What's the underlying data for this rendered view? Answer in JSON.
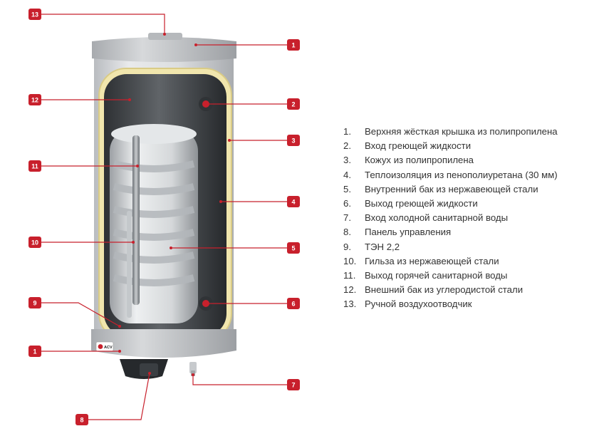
{
  "colors": {
    "callout": "#c8202c",
    "shell": "#dcdee0",
    "insulation": "#f1e6ad",
    "inner_tank": "#e8eaec",
    "text": "#333333"
  },
  "callouts": [
    {
      "id": "callout-13",
      "label": "13"
    },
    {
      "id": "callout-1-top",
      "label": "1"
    },
    {
      "id": "callout-2",
      "label": "2"
    },
    {
      "id": "callout-12",
      "label": "12"
    },
    {
      "id": "callout-3",
      "label": "3"
    },
    {
      "id": "callout-11",
      "label": "11"
    },
    {
      "id": "callout-4",
      "label": "4"
    },
    {
      "id": "callout-10",
      "label": "10"
    },
    {
      "id": "callout-5",
      "label": "5"
    },
    {
      "id": "callout-9",
      "label": "9"
    },
    {
      "id": "callout-6",
      "label": "6"
    },
    {
      "id": "callout-1-bottom",
      "label": "1"
    },
    {
      "id": "callout-7",
      "label": "7"
    },
    {
      "id": "callout-8",
      "label": "8"
    }
  ],
  "brand_mark": "ACV",
  "legend": [
    {
      "num": "1.",
      "text": "Верхняя жёсткая крышка из полипропилена"
    },
    {
      "num": "2.",
      "text": "Вход греющей жидкости"
    },
    {
      "num": "3.",
      "text": "Кожух из полипропилена"
    },
    {
      "num": "4.",
      "text": "Теплоизоляция из пенополиуретана (30 мм)"
    },
    {
      "num": "5.",
      "text": "Внутренний бак из нержавеющей стали"
    },
    {
      "num": "6.",
      "text": "Выход греющей жидкости"
    },
    {
      "num": "7.",
      "text": "Вход холодной санитарной воды"
    },
    {
      "num": "8.",
      "text": "Панель управления"
    },
    {
      "num": "9.",
      "text": "ТЭН 2,2"
    },
    {
      "num": "10.",
      "text": "Гильза из нержавеющей стали"
    },
    {
      "num": "11.",
      "text": "Выход горячей санитарной воды"
    },
    {
      "num": "12.",
      "text": "Внешний бак из углеродистой стали"
    },
    {
      "num": "13.",
      "text": "Ручной воздухоотводчик"
    }
  ]
}
